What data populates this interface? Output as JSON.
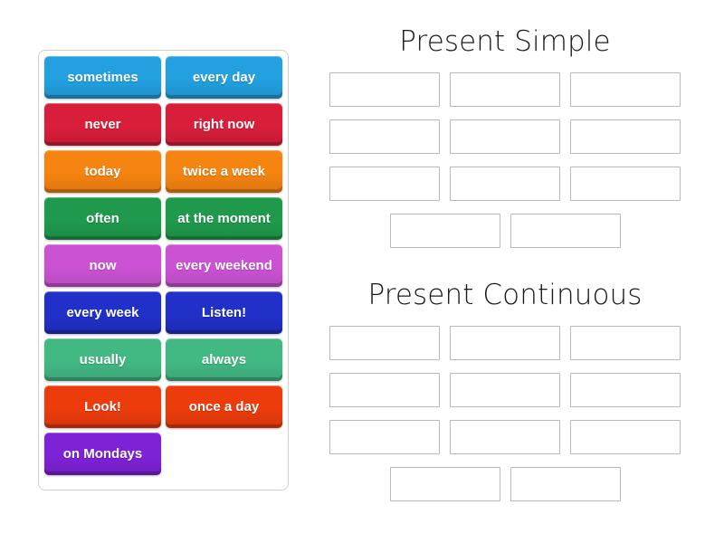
{
  "activity": {
    "type": "group-sort",
    "background_color": "#ffffff"
  },
  "tile_tray": {
    "name": "word-tile-tray",
    "border_color": "#cfcfcf",
    "tiles": [
      {
        "label": "sometimes",
        "color": "#22a0e0"
      },
      {
        "label": "every day",
        "color": "#22a0e0"
      },
      {
        "label": "never",
        "color": "#d91e3a"
      },
      {
        "label": "right now",
        "color": "#d91e3a"
      },
      {
        "label": "today",
        "color": "#f58410"
      },
      {
        "label": "twice a week",
        "color": "#f58410"
      },
      {
        "label": "often",
        "color": "#1f9a4d"
      },
      {
        "label": "at the moment",
        "color": "#1f9a4d"
      },
      {
        "label": "now",
        "color": "#cb52d3"
      },
      {
        "label": "every weekend",
        "color": "#cb52d3"
      },
      {
        "label": "every week",
        "color": "#2130c8"
      },
      {
        "label": "Listen!",
        "color": "#2130c8"
      },
      {
        "label": "usually",
        "color": "#42b883"
      },
      {
        "label": "always",
        "color": "#42b883"
      },
      {
        "label": "Look!",
        "color": "#ec3c0c"
      },
      {
        "label": "once a day",
        "color": "#ec3c0c"
      },
      {
        "label": "on Mondays",
        "color": "#7d22d6"
      }
    ]
  },
  "zones": [
    {
      "id": "present-simple",
      "title": "Present Simple",
      "slot_rows": [
        3,
        3,
        3
      ],
      "last_row_slots": 2,
      "slot_border_color": "#b9b9b9"
    },
    {
      "id": "present-continuous",
      "title": "Present Continuous",
      "slot_rows": [
        3,
        3,
        3
      ],
      "last_row_slots": 2,
      "slot_border_color": "#b9b9b9"
    }
  ]
}
